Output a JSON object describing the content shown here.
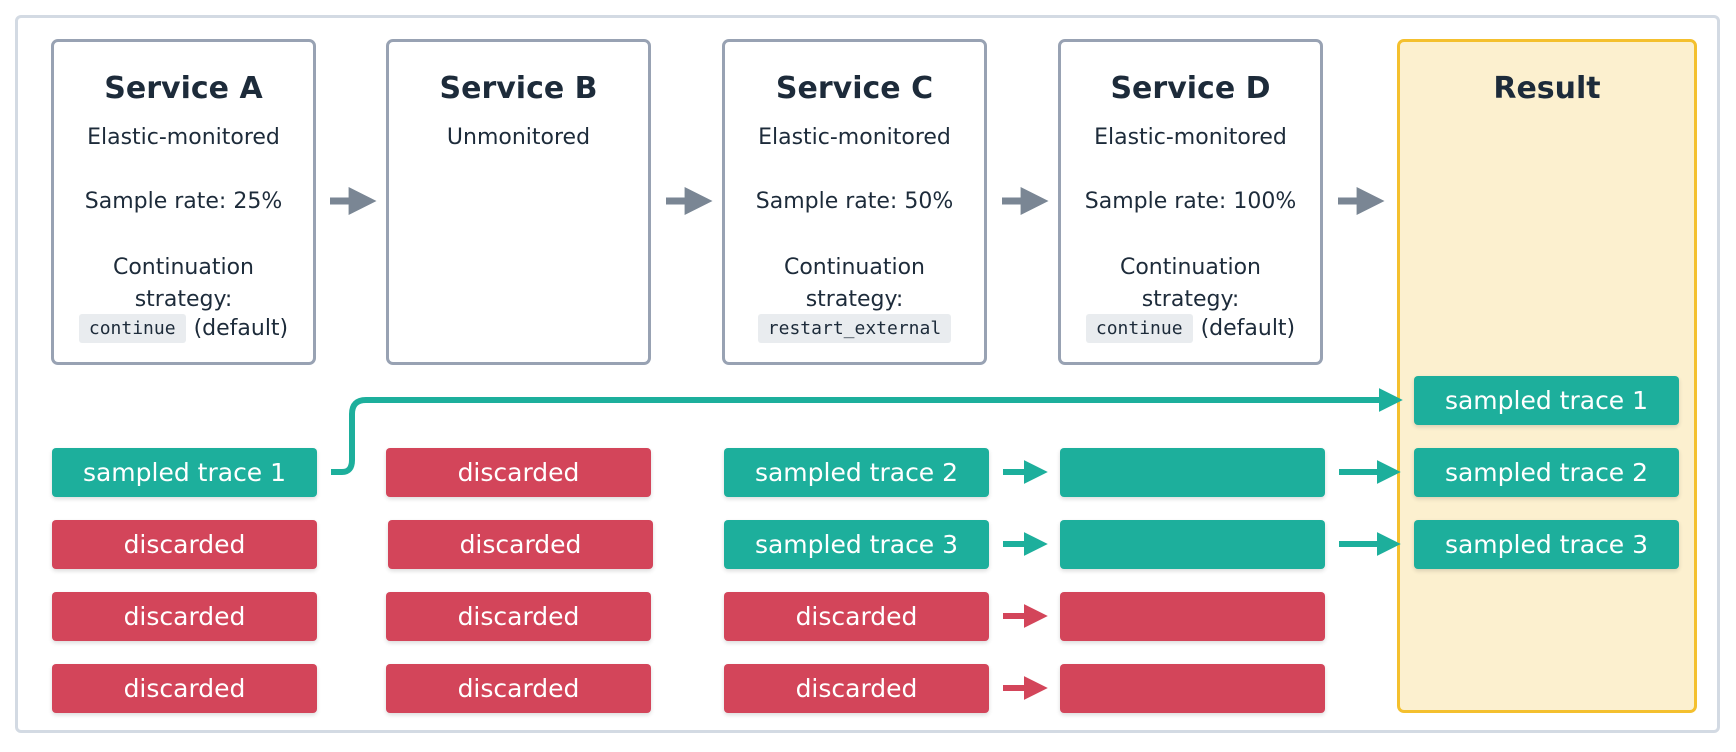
{
  "services": [
    {
      "title": "Service A",
      "subtitle": "Elastic-monitored",
      "rate": "Sample rate: 25%",
      "strategy": "Continuation strategy:",
      "code": "continue",
      "suffix": "(default)"
    },
    {
      "title": "Service B",
      "subtitle": "Unmonitored",
      "rate": "",
      "strategy": "",
      "code": "",
      "suffix": ""
    },
    {
      "title": "Service C",
      "subtitle": "Elastic-monitored",
      "rate": "Sample rate: 50%",
      "strategy": "Continuation strategy:",
      "code": "restart_external",
      "suffix": ""
    },
    {
      "title": "Service D",
      "subtitle": "Elastic-monitored",
      "rate": "Sample rate: 100%",
      "strategy": "Continuation strategy:",
      "code": "continue",
      "suffix": "(default)"
    }
  ],
  "result": {
    "title": "Result",
    "items": [
      "sampled trace 1",
      "sampled trace 2",
      "sampled trace 3"
    ]
  },
  "columns": {
    "a": [
      "sampled trace 1",
      "discarded",
      "discarded",
      "discarded"
    ],
    "b": [
      "discarded",
      "discarded",
      "discarded",
      "discarded"
    ],
    "c": [
      "sampled trace 2",
      "sampled trace 3",
      "discarded",
      "discarded"
    ],
    "d": [
      "",
      "",
      "",
      ""
    ]
  },
  "colors": {
    "sampled": "#1daf9c",
    "discarded": "#d3455a",
    "border": "#98a2b3",
    "result_border": "#f4c02e",
    "result_bg": "#fcf0cf",
    "arrow_gray": "#7a8694"
  }
}
